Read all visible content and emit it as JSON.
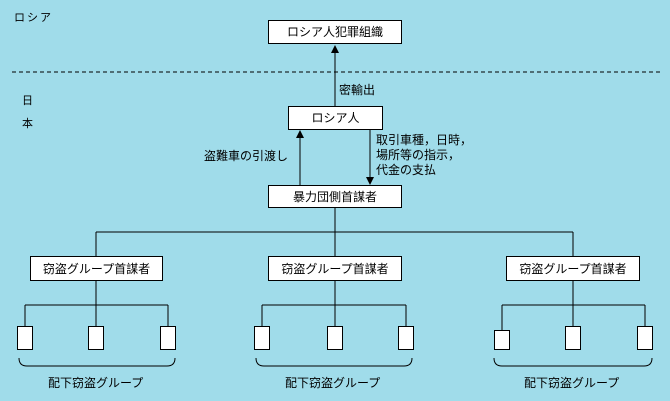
{
  "regions": {
    "russia": "ロシア",
    "japan_ni": "日",
    "japan_hon": "本"
  },
  "nodes": {
    "russian_crime_org": "ロシア人犯罪組織",
    "russian": "ロシア人",
    "boss": "暴力団側首謀者",
    "group_leader": "窃盗グループ首謀者"
  },
  "edges": {
    "smuggling": "密輸出",
    "handover": "盗難車の引渡し",
    "instructions": [
      "取引車種，日時，",
      "場所等の指示，",
      "代金の支払"
    ]
  },
  "subordinate_label": "配下窃盗グループ",
  "colors": {
    "background": "#a0dcea",
    "box": "#ffffff",
    "line": "#000000"
  }
}
